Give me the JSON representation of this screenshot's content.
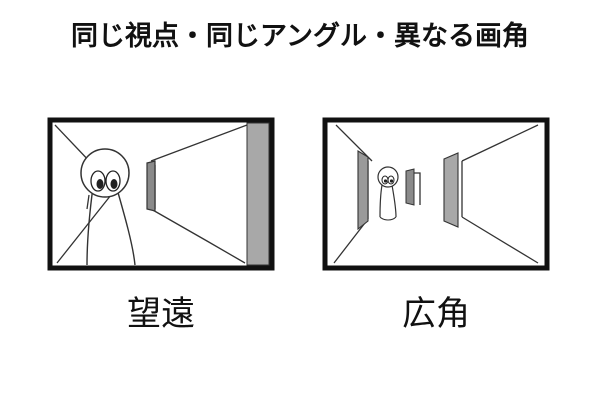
{
  "title": "同じ視点・同じアングル・異なる画角",
  "panels": [
    {
      "id": "telephoto",
      "caption": "望遠"
    },
    {
      "id": "wide",
      "caption": "広角"
    }
  ],
  "colors": {
    "frame": "#111111",
    "wall_panel": "#a8a8a8",
    "door": "#8a8a8a",
    "line": "#333333",
    "background": "#ffffff"
  }
}
